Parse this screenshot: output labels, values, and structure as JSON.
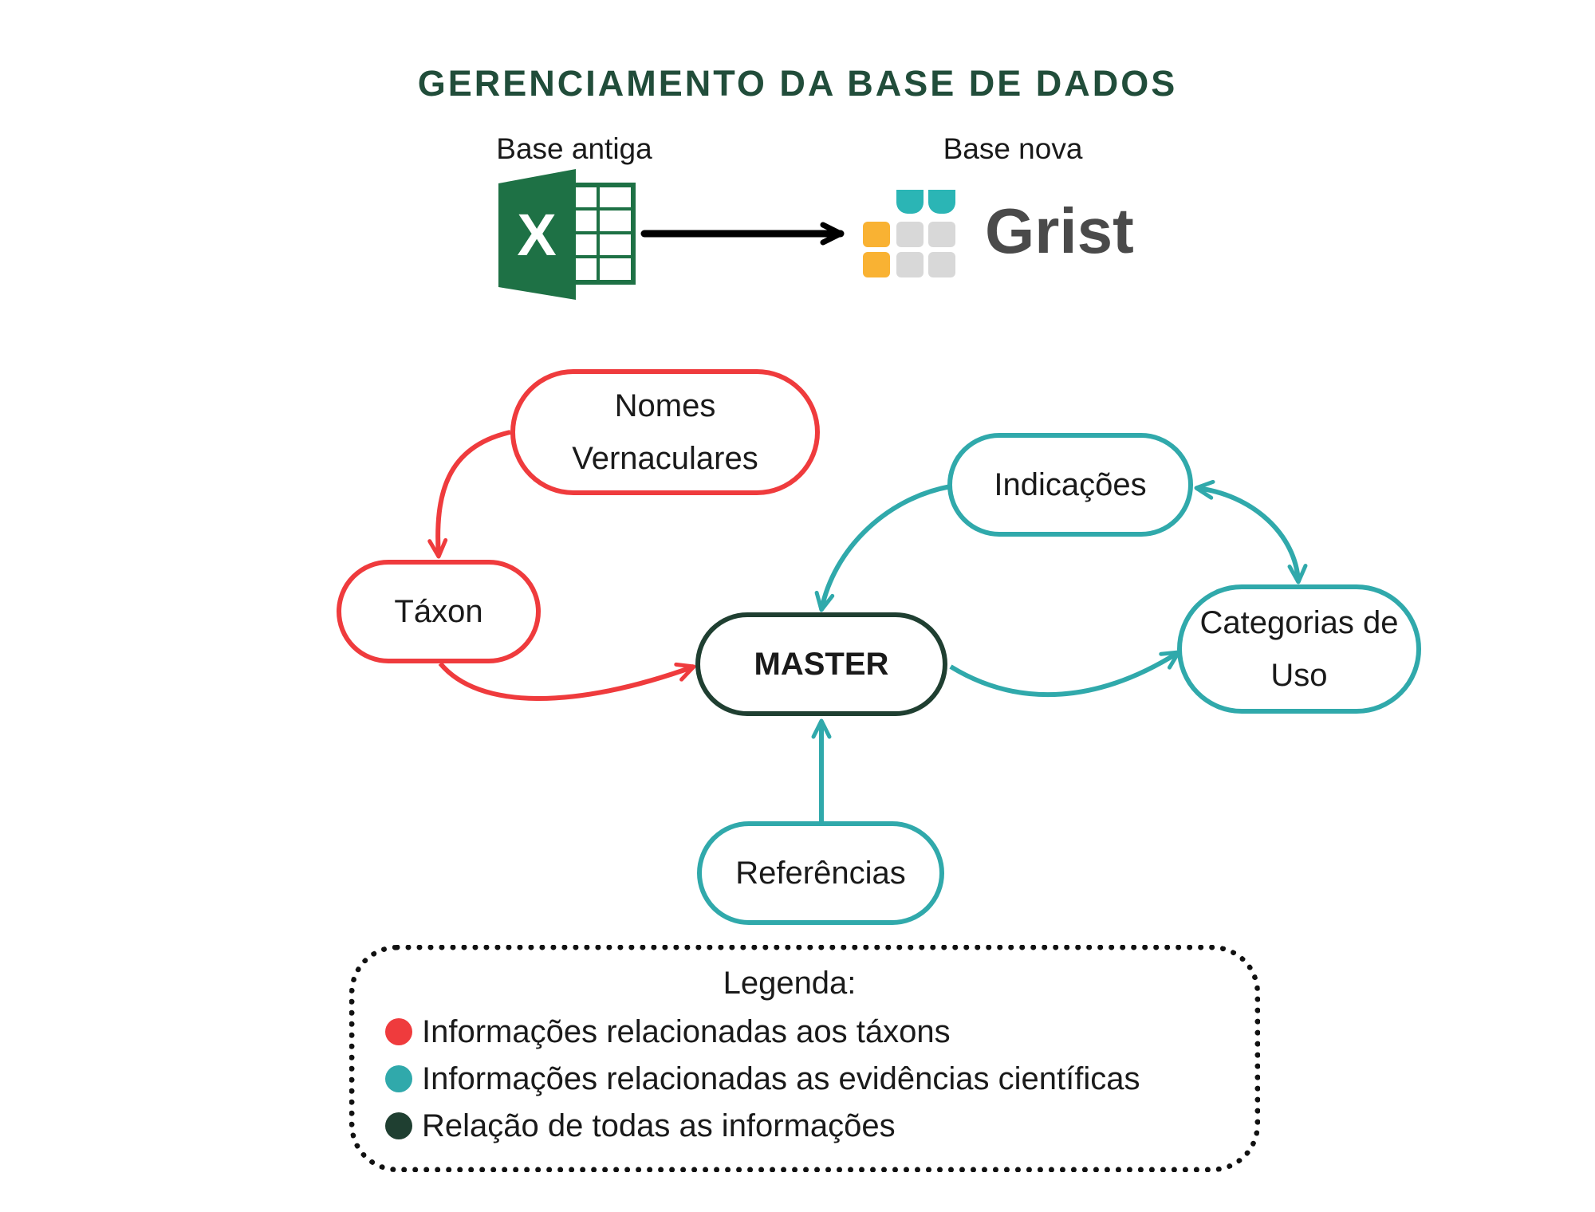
{
  "title": "GERENCIAMENTO DA BASE DE DADOS",
  "migration": {
    "old_label": "Base antiga",
    "old_icon": "excel-icon",
    "new_label": "Base nova",
    "new_icon": "grist-logo-icon",
    "new_logo_text": "Grist"
  },
  "colors": {
    "taxon": "#ef3b3d",
    "evidence": "#30a9ab",
    "master": "#1f3f31",
    "title": "#214d3a",
    "excel_green": "#1e7145",
    "grist_teal": "#2bb5b5",
    "grist_orange": "#f9b233",
    "grist_gray": "#d8d8d8"
  },
  "nodes": {
    "nomes_line1": "Nomes",
    "nomes_line2": "Vernaculares",
    "taxon": "Táxon",
    "master": "MASTER",
    "indicacoes": "Indicações",
    "categorias_line1": "Categorias de",
    "categorias_line2": "Uso",
    "referencias": "Referências"
  },
  "legend": {
    "title": "Legenda:",
    "items": [
      {
        "text": "Informações relacionadas aos táxons",
        "color": "#ef3b3d"
      },
      {
        "text": "Informações relacionadas as evidências científicas",
        "color": "#30a9ab"
      },
      {
        "text": "Relação de todas as informações",
        "color": "#1f3f31"
      }
    ]
  }
}
